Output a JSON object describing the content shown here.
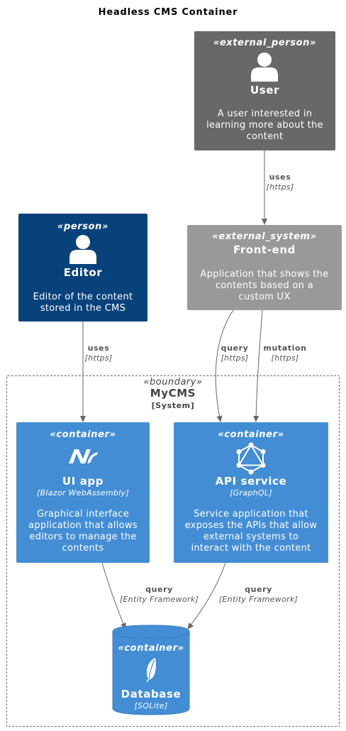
{
  "diagram_title": "Headless CMS Container",
  "nodes": {
    "user": {
      "stereotype": "«external_person»",
      "name": "User",
      "description": "A user interested in\nlearning more about the\ncontent",
      "color": "#686868"
    },
    "editor": {
      "stereotype": "«person»",
      "name": "Editor",
      "description": "Editor of the content\nstored in the CMS",
      "color": "#08427b"
    },
    "frontend": {
      "stereotype": "«external_system»",
      "name": "Front-end",
      "description": "Application that shows the\ncontents based on a\ncustom UX",
      "color": "#999999"
    },
    "uiapp": {
      "stereotype": "«container»",
      "name": "UI app",
      "technology": "[Blazor WebAssembly]",
      "description": "Graphical interface\napplication that allows\neditors to manage the\ncontents",
      "icon": "dotnet-icon",
      "color": "#438dd5"
    },
    "api": {
      "stereotype": "«container»",
      "name": "API service",
      "technology": "[GraphQL]",
      "description": "Service application that\nexposes the APIs that allow\nexternal systems to\ninteract with the content",
      "icon": "graphql-icon",
      "color": "#438dd5"
    },
    "database": {
      "stereotype": "«container»",
      "name": "Database",
      "technology": "[SQLite]",
      "icon": "feather-icon",
      "color": "#438dd5"
    }
  },
  "boundary": {
    "stereotype": "«boundary»",
    "name": "MyCMS",
    "type": "[System]"
  },
  "edges": {
    "user_frontend": {
      "label": "uses",
      "technology": "[https]"
    },
    "editor_uiapp": {
      "label": "uses",
      "technology": "[https]"
    },
    "frontend_api_query": {
      "label": "query",
      "technology": "[https]"
    },
    "frontend_api_mutation": {
      "label": "mutation",
      "technology": "[https]"
    },
    "uiapp_db": {
      "label": "query",
      "technology": "[Entity Framework]"
    },
    "api_db": {
      "label": "query",
      "technology": "[Entity Framework]"
    }
  }
}
